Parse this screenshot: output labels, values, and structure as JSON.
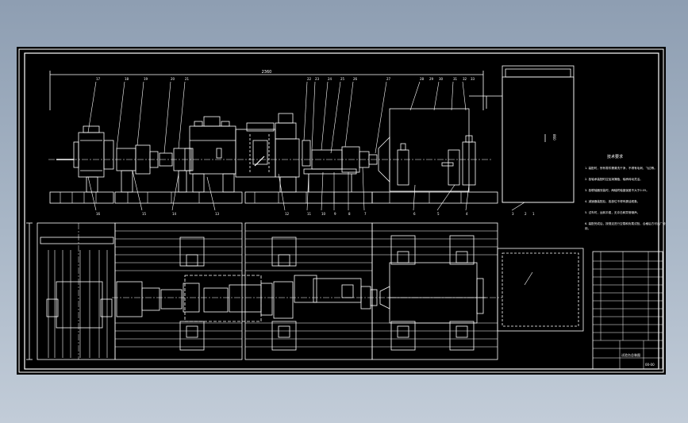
{
  "drawing": {
    "dimension_top": "2360",
    "dimension_side": "860",
    "callouts_top": [
      "17",
      "18",
      "19",
      "20",
      "21",
      "22",
      "23",
      "24",
      "25",
      "26",
      "27",
      "28",
      "29",
      "30",
      "31",
      "32",
      "33"
    ],
    "callouts_bottom": [
      "16",
      "15",
      "14",
      "13",
      "12",
      "11",
      "10",
      "9",
      "8",
      "7",
      "6",
      "5",
      "4",
      "3",
      "2",
      "1"
    ],
    "notes_title": "技术要求",
    "notes": [
      "1. 装配时，所有零件需清洗干净，不得有毛刺、飞边等。",
      "2. 各轴承装配时应加润滑脂，轴承转动灵活。",
      "3. 各联轴器安装时，两轴同轴度误差不大于0.05。",
      "4. 减速器装配后，各部位不得有漏油现象。",
      "5. 试车时，运转平稳，无冲击和异常噪声。",
      "6. 装配完成后，按规定进行空载和负载试验，合格后方可出厂使用。"
    ],
    "title_block_rows": 12,
    "title_block_name": "试验台总装图",
    "title_block_code": "00-00"
  },
  "colors": {
    "line": "#ffffff",
    "background": "#000000"
  }
}
